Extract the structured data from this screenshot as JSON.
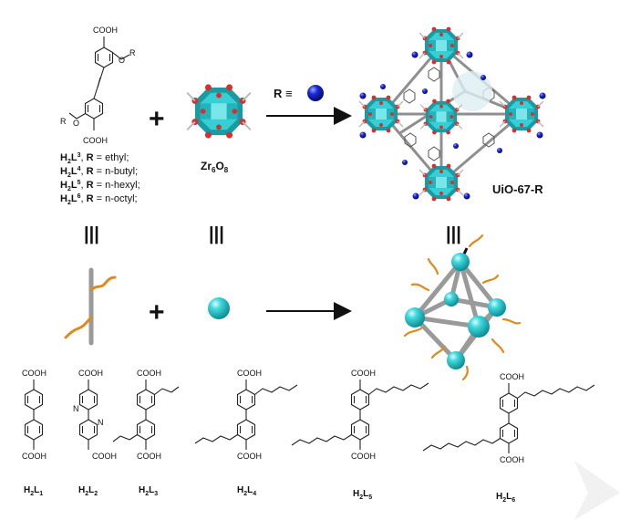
{
  "top_row": {
    "linker_label_cooh_top": "COOH",
    "linker_label_cooh_bottom": "COOH",
    "linker_label_r_top": "R",
    "linker_label_r_bottom": "R",
    "linker_list": [
      {
        "pre": "H",
        "sub1": "2",
        "mid": "L",
        "sup": "3",
        "post": ", ",
        "rsym": "R",
        "val": " = ethyl;"
      },
      {
        "pre": "H",
        "sub1": "2",
        "mid": "L",
        "sup": "4",
        "post": ", ",
        "rsym": "R",
        "val": " = n-butyl;"
      },
      {
        "pre": "H",
        "sub1": "2",
        "mid": "L",
        "sup": "5",
        "post": ", ",
        "rsym": "R",
        "val": " = n-hexyl;"
      },
      {
        "pre": "H",
        "sub1": "2",
        "mid": "L",
        "sup": "6",
        "post": ", ",
        "rsym": "R",
        "val": " = n-octyl;"
      }
    ],
    "plus": "+",
    "cluster_label": {
      "a": "Zr",
      "b": "6",
      "c": "O",
      "d": "8"
    },
    "r_definition": "R ≡",
    "mof_label": "UiO-67-R"
  },
  "equivalence_mark": "|||",
  "bottom_linkers": {
    "labels": [
      {
        "h": "H",
        "hs": "2",
        "l": "L",
        "ls": "1"
      },
      {
        "h": "H",
        "hs": "2",
        "l": "L",
        "ls": "2"
      },
      {
        "h": "H",
        "hs": "2",
        "l": "L",
        "ls": "3"
      },
      {
        "h": "H",
        "hs": "2",
        "l": "L",
        "ls": "4"
      },
      {
        "h": "H",
        "hs": "2",
        "l": "L",
        "ls": "5"
      },
      {
        "h": "H",
        "hs": "2",
        "l": "L",
        "ls": "6"
      }
    ],
    "cooh": "COOH",
    "n": "N"
  },
  "colors": {
    "cluster_teal": "#2ec4c9",
    "cluster_dark": "#1a8e96",
    "oxygen_red": "#d43030",
    "r_blue": "#1420c8",
    "alkyl_orange": "#e08a1c",
    "rod_gray": "#9a9a9a"
  }
}
